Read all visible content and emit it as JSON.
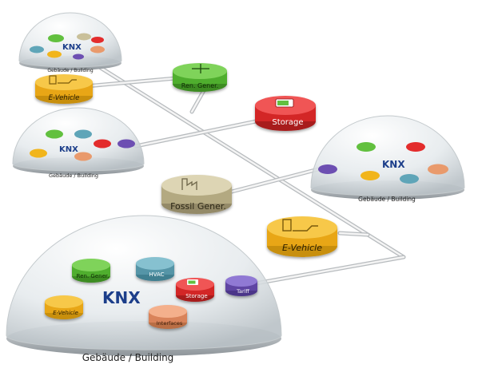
{
  "brand": "KNX",
  "building_label": "Gebäude / Building",
  "nodes": {
    "e_vehicle": "E-Vehicle",
    "ren_gener": "Ren. Gener.",
    "storage": "Storage",
    "fossil_gener": "Fossil Gener.",
    "hvac": "HVAC",
    "tariff": "Tariff",
    "interfaces": "Interfaces"
  },
  "colors": {
    "yellow": "#f1b51c",
    "green": "#62c03f",
    "red": "#e32c2c",
    "khaki": "#c9c09a",
    "teal": "#5fa5b8",
    "purple": "#6d4fb2",
    "salmon": "#e99a6c",
    "knx_green": "#7ab929",
    "knx_blue": "#1c3e8a"
  }
}
